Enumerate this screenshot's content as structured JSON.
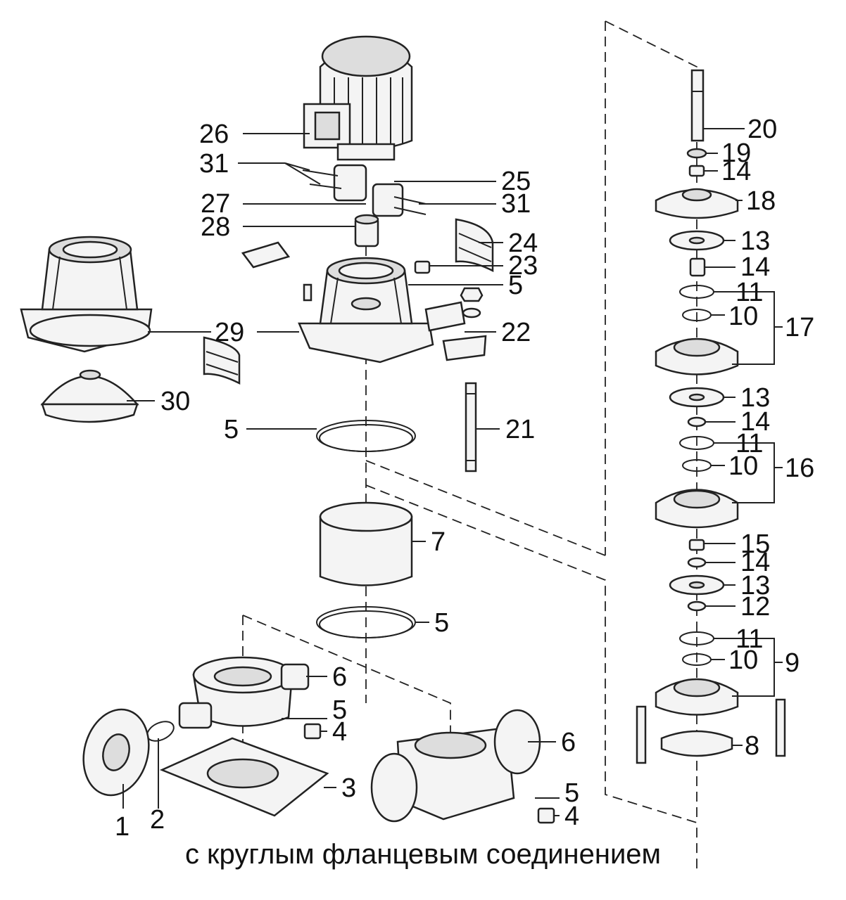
{
  "caption": "с круглым фланцевым соединением",
  "callouts": {
    "c1": "1",
    "c2": "2",
    "c3": "3",
    "c4a": "4",
    "c4b": "4",
    "c5a": "5",
    "c5b": "5",
    "c5c": "5",
    "c5d": "5",
    "c5e": "5",
    "c6a": "6",
    "c6b": "6",
    "c7": "7",
    "c8": "8",
    "c9": "9",
    "c10a": "10",
    "c10b": "10",
    "c10c": "10",
    "c11a": "11",
    "c11b": "11",
    "c11c": "11",
    "c12": "12",
    "c13a": "13",
    "c13b": "13",
    "c13c": "13",
    "c14a": "14",
    "c14b": "14",
    "c14c": "14",
    "c14d": "14",
    "c15": "15",
    "c16": "16",
    "c17": "17",
    "c18": "18",
    "c19": "19",
    "c20": "20",
    "c21": "21",
    "c22": "22",
    "c23": "23",
    "c24": "24",
    "c25": "25",
    "c26": "26",
    "c27": "27",
    "c28": "28",
    "c29": "29",
    "c30": "30",
    "c31a": "31",
    "c31b": "31"
  }
}
